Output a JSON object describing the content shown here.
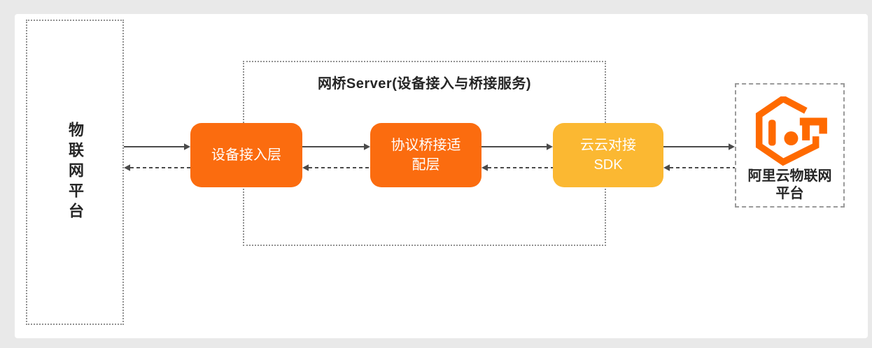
{
  "page": {
    "background": "#E9E9E9",
    "card_background": "#FFFFFF"
  },
  "diagram": {
    "iot_platform_box": {
      "label": "物联网平台"
    },
    "bridge_server_box": {
      "title": "网桥Server(设备接入与桥接服务)",
      "nodes": [
        {
          "label": "设备接入层",
          "color": "#FB6C0F"
        },
        {
          "label": "协议桥接适\n配层",
          "color": "#FB6C0F"
        },
        {
          "label": "云云对接\nSDK",
          "color": "#FBB832"
        }
      ]
    },
    "aliyun_platform_box": {
      "label": "阿里云物联网\n平台",
      "logo_icon": "aliyun-iot-logo"
    },
    "arrows": {
      "forward_style": "solid",
      "backward_style": "dashed",
      "color": "#4A4A4A"
    },
    "colors": {
      "node_orange": "#FB6C0F",
      "node_yellow": "#FBB832",
      "dotted_border": "#919191",
      "logo_orange": "#FF6A00",
      "text_dark": "#262626"
    }
  }
}
